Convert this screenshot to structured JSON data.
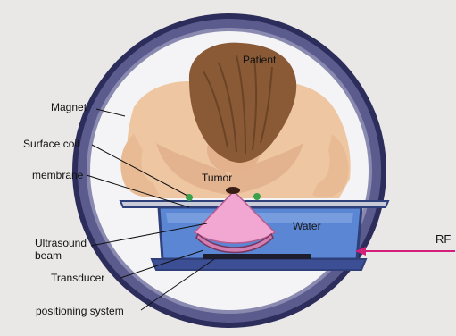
{
  "diagram": {
    "labels": {
      "patient": "Patient",
      "magnet": "Magnet",
      "surface_coil": "Surface coil",
      "membrane": "membrane",
      "tumor": "Tumor",
      "water": "Water",
      "ultrasound_line1": "Ultrasound",
      "ultrasound_line2": "beam",
      "transducer": "Transducer",
      "positioning_system": "positioning system",
      "rf": "RF"
    },
    "colors": {
      "magnet_ring": "#5b5b8e",
      "magnet_ring_dark": "#2d2d5c",
      "bore_interior": "#f4f4f6",
      "skin": "#eec7a2",
      "skin_shadow": "#d8a27e",
      "hair": "#8a5a36",
      "hair_dark": "#5e3a1e",
      "water": "#5a86d4",
      "water_light": "#8fb0e8",
      "tank_frame": "#2f3f7a",
      "ultrasound_beam": "#f2a6d2",
      "coil": "#3aa04a",
      "tumor": "#3a1e14",
      "rf_arrow": "#d31e7a"
    }
  }
}
